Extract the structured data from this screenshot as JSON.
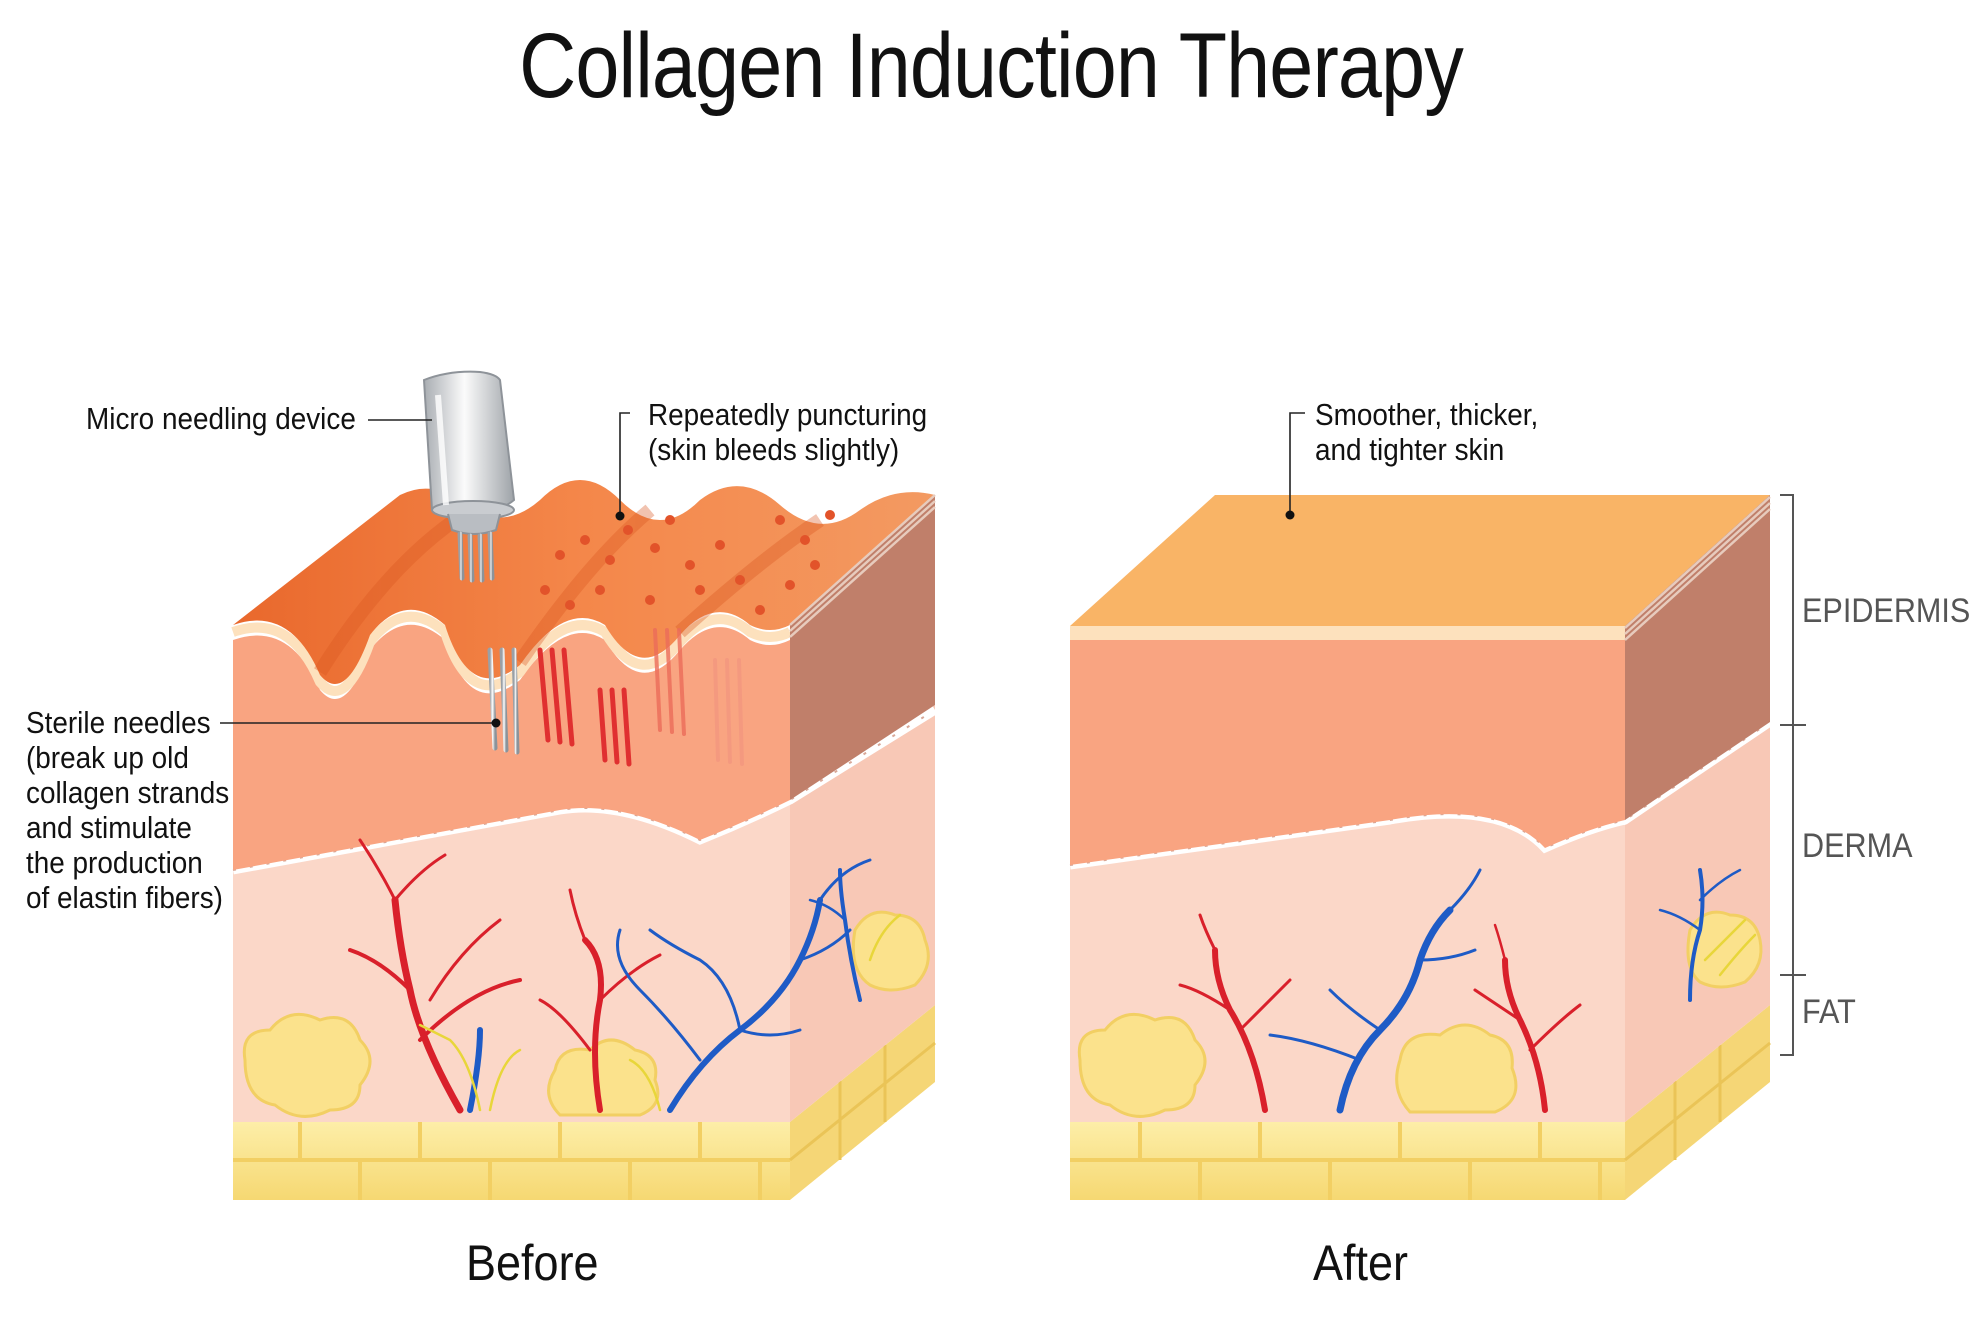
{
  "title": "Collagen Induction Therapy",
  "labels": {
    "device": "Micro needling device",
    "puncture": [
      "Repeatedly puncturing",
      "(skin bleeds slightly)"
    ],
    "needles": [
      "Sterile needles",
      "(break up old",
      "collagen strands",
      "and stimulate",
      "the production",
      "of elastin fibers)"
    ],
    "result": [
      "Smoother, thicker,",
      "and tighter skin"
    ]
  },
  "layers": {
    "epidermis": "EPIDERMIS",
    "derma": "DERMA",
    "fat": "FAT"
  },
  "captions": {
    "before": "Before",
    "after": "After"
  },
  "colors": {
    "epidermis_top_before": "#f07a3c",
    "epidermis_top_after": "#f9b466",
    "epidermis_front": "#f9a481",
    "epidermis_side": "#c07f6a",
    "derma": "#fbd7c8",
    "derma_side": "#f5c0ac",
    "fat": "#fbe28c",
    "artery": "#d9202b",
    "vein": "#1e5bc6"
  }
}
